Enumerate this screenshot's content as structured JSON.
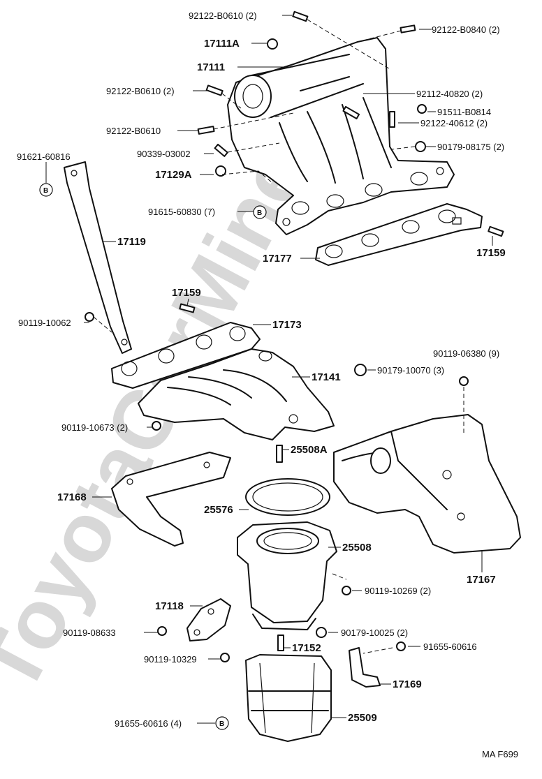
{
  "watermark": "ToyotaCarMine.ru",
  "drawing_code": "MA F699",
  "bubble_letter": "B",
  "labels": {
    "p1": "92122-B0610 (2)",
    "p2": "17111A",
    "p3": "92122-B0840 (2)",
    "p4": "17111",
    "p5": "92122-B0610 (2)",
    "p6": "92112-40820 (2)",
    "p7": "91511-B0814",
    "p8": "92122-40612 (2)",
    "p9": "92122-B0610",
    "p10": "90339-03002",
    "p11": "90179-08175 (2)",
    "p12": "91621-60816",
    "p13": "17129A",
    "p14": "91615-60830 (7)",
    "p15": "17119",
    "p16": "17177",
    "p17": "17159",
    "p18": "17159",
    "p19": "90119-10062",
    "p20": "17173",
    "p21": "90119-06380 (9)",
    "p22": "17141",
    "p23": "90179-10070 (3)",
    "p24": "90119-10673 (2)",
    "p25": "25508A",
    "p26": "17168",
    "p27": "25576",
    "p28": "25508",
    "p29": "17167",
    "p30": "90119-10269 (2)",
    "p31": "17118",
    "p32": "90119-08633",
    "p33": "90179-10025 (2)",
    "p34": "17152",
    "p35": "91655-60616",
    "p36": "90119-10329",
    "p37": "17169",
    "p38": "91655-60616 (4)",
    "p39": "25509"
  }
}
